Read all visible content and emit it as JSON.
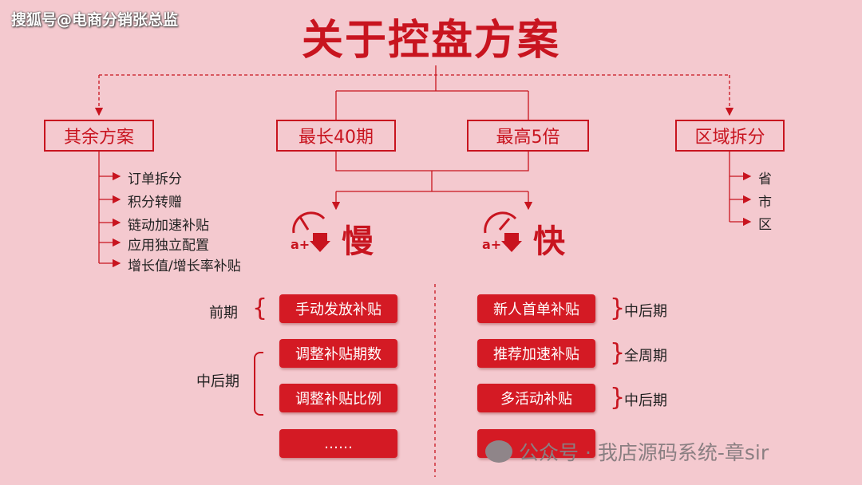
{
  "watermark_top": "搜狐号@电商分销张总监",
  "title": "关于控盘方案",
  "categories": {
    "other": "其余方案",
    "longest": "最长40期",
    "highest": "最高5倍",
    "region": "区域拆分"
  },
  "other_items": [
    "订单拆分",
    "积分转赠",
    "链动加速补贴",
    "应用独立配置",
    "增长值/增长率补贴"
  ],
  "region_items": [
    "省",
    "市",
    "区"
  ],
  "slow": {
    "label": "慢",
    "groups": [
      {
        "phase": "前期",
        "items": [
          "手动发放补贴"
        ]
      },
      {
        "phase": "中后期",
        "items": [
          "调整补贴期数",
          "调整补贴比例"
        ]
      }
    ],
    "more": "……"
  },
  "fast": {
    "label": "快",
    "items": [
      {
        "label": "新人首单补贴",
        "phase": "中后期"
      },
      {
        "label": "推荐加速补贴",
        "phase": "全周期"
      },
      {
        "label": "多活动补贴",
        "phase": "中后期"
      }
    ],
    "more": ""
  },
  "watermark_bottom": "公众号 · 我店源码系统-章sir",
  "colors": {
    "accent": "#c8141f",
    "pill": "#d41a24",
    "background": "#f4c9cf"
  }
}
